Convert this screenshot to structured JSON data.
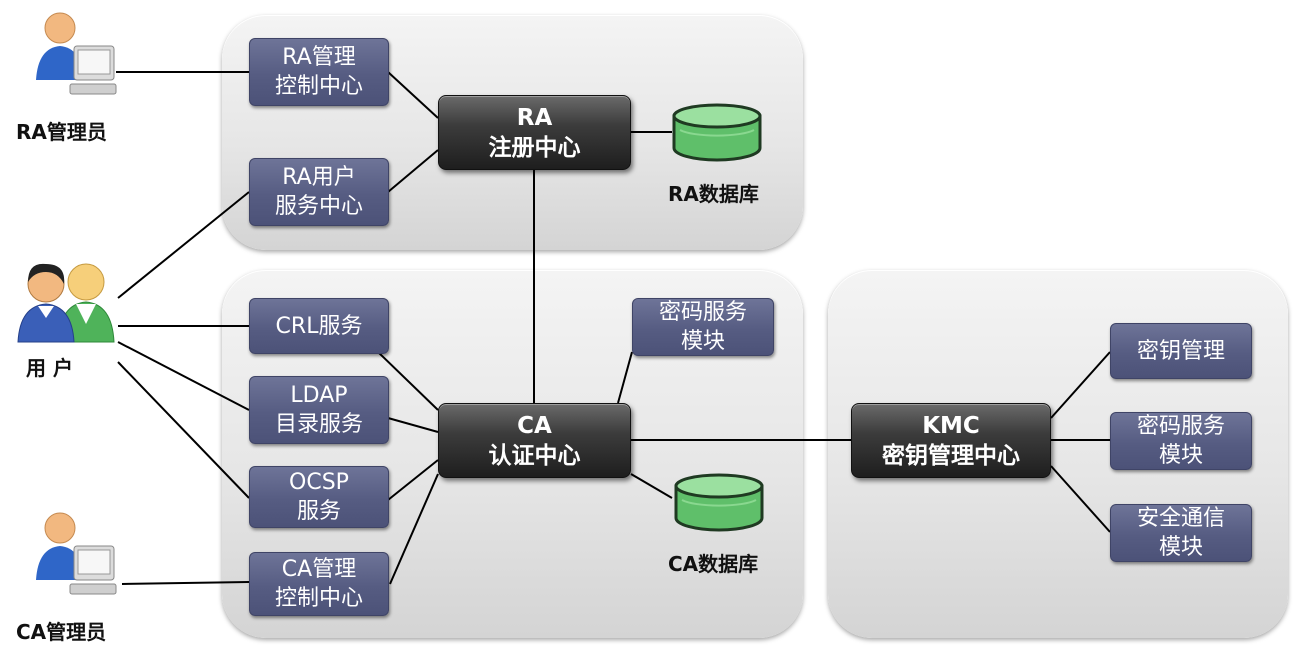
{
  "actors": {
    "ra_admin": "RA管理员",
    "user": "用 户",
    "ca_admin": "CA管理员"
  },
  "ra_group": {
    "mgmt_line1": "RA管理",
    "mgmt_line2": "控制中心",
    "user_svc_line1": "RA用户",
    "user_svc_line2": "服务中心",
    "center_line1": "RA",
    "center_line2": "注册中心",
    "db_label": "RA数据库"
  },
  "ca_group": {
    "crl": "CRL服务",
    "ldap_line1": "LDAP",
    "ldap_line2": "目录服务",
    "ocsp_line1": "OCSP",
    "ocsp_line2": "服务",
    "mgmt_line1": "CA管理",
    "mgmt_line2": "控制中心",
    "crypto_line1": "密码服务",
    "crypto_line2": "模块",
    "center_line1": "CA",
    "center_line2": "认证中心",
    "db_label": "CA数据库"
  },
  "kmc_group": {
    "center_line1": "KMC",
    "center_line2": "密钥管理中心",
    "key_mgmt": "密钥管理",
    "crypto_line1": "密码服务",
    "crypto_line2": "模块",
    "comm_line1": "安全通信",
    "comm_line2": "模块"
  },
  "colors": {
    "module_box": "#565c82",
    "center_box": "#2b2b2b",
    "database": "#5fbf6a",
    "group_background": "#e6e6e6"
  }
}
